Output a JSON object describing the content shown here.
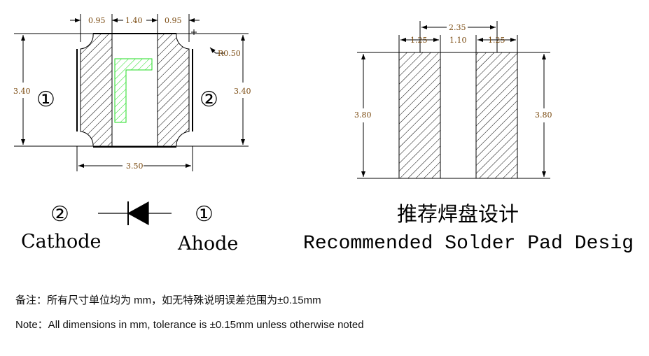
{
  "footprint": {
    "dim_pad_width_left": "0.95",
    "dim_gap": "1.40",
    "dim_pad_width_right": "0.95",
    "dim_height_left": "3.40",
    "dim_height_right": "3.40",
    "dim_total_width": "3.50",
    "dim_radius": "R0.50",
    "pin1_label": "①",
    "pin2_label": "②",
    "polarity_color": "#22dd22"
  },
  "pad_layout": {
    "dim_span": "2.35",
    "dim_pad_left": "1.25",
    "dim_gap": "1.10",
    "dim_pad_right": "1.25",
    "dim_height_left": "3.80",
    "dim_height_right": "3.80"
  },
  "diode": {
    "left_pin": "②",
    "right_pin": "①",
    "left_label": "Cathode",
    "right_label": "Ahode"
  },
  "title_cn": "推荐焊盘设计",
  "title_en": "Recommended Solder Pad Desig",
  "notes": {
    "cn": "备注：所有尺寸单位均为 mm，如无特殊说明误差范围为±0.15mm",
    "en": "Note：All dimensions in mm, tolerance is  ±0.15mm unless otherwise noted"
  }
}
